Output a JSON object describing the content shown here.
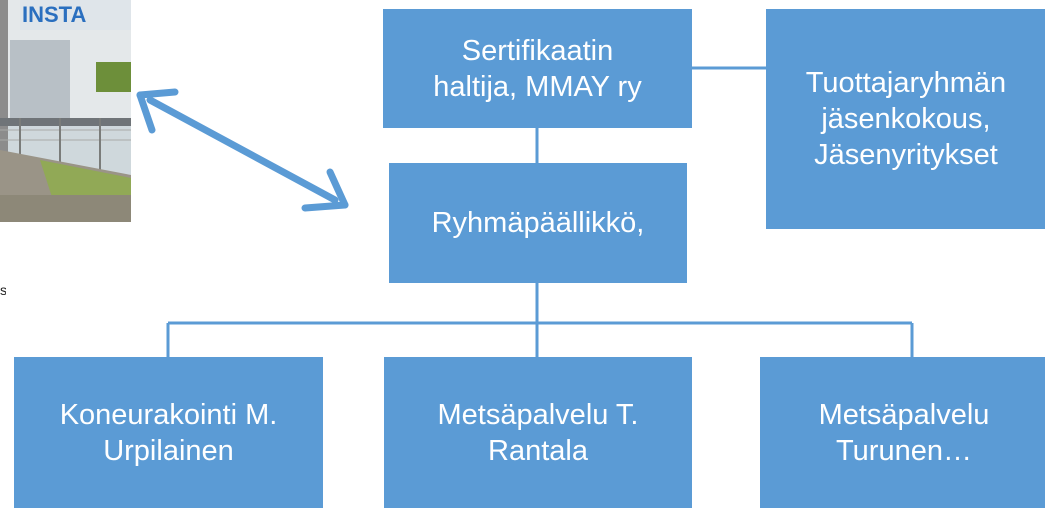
{
  "photo": {
    "sign_text": "INSTA",
    "colors": {
      "sky": "#cfd8dc",
      "building": "#e4e8ea",
      "sign": "#2a6fbf",
      "ground": "#9a9487",
      "grass": "#8fae4a"
    }
  },
  "diagram": {
    "box_color": "#5b9bd5",
    "line_color": "#5b9bd5",
    "arrow_color": "#5b9bd5",
    "nodes": {
      "certificate_holder": "Sertifikaatin\nhaltija, MMAY ry",
      "members_meeting": "Tuottajaryhmän\njäsenkokous,\nJäsenyritykset",
      "group_manager": "Ryhmäpäällikkö,",
      "member_1": "Koneurakointi M.\nUrpilainen",
      "member_2": "Metsäpalvelu T.\nRantala",
      "member_3": "Metsäpalvelu\nTurunen…"
    },
    "edge_mark": "s"
  }
}
